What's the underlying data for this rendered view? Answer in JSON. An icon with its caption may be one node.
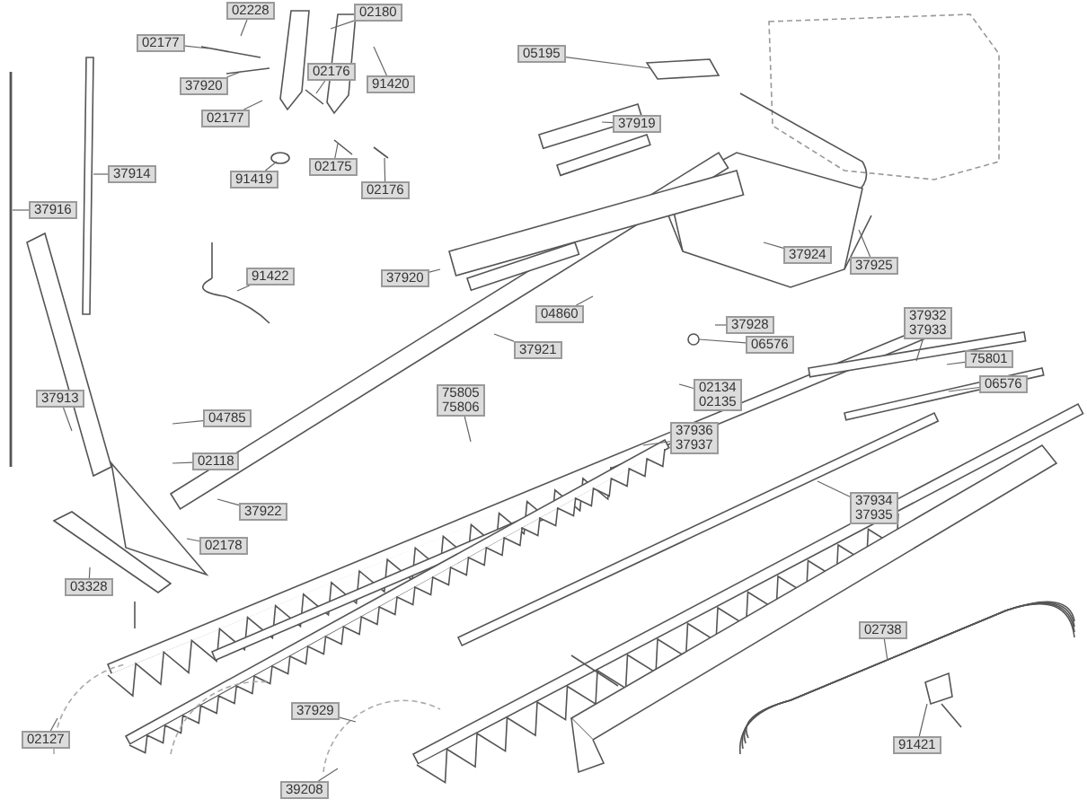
{
  "diagram": {
    "nodes": [
      {
        "text": [
          "02228"
        ]
      },
      {
        "text": [
          "02180"
        ]
      },
      {
        "text": [
          "02177"
        ]
      },
      {
        "text": [
          "37920"
        ]
      },
      {
        "text": [
          "02176"
        ]
      },
      {
        "text": [
          "91420"
        ]
      },
      {
        "text": [
          "02177"
        ]
      },
      {
        "text": [
          "91419"
        ]
      },
      {
        "text": [
          "02175"
        ]
      },
      {
        "text": [
          "02176"
        ]
      },
      {
        "text": [
          "05195"
        ]
      },
      {
        "text": [
          "37919"
        ]
      },
      {
        "text": [
          "37914"
        ]
      },
      {
        "text": [
          "37916"
        ]
      },
      {
        "text": [
          "91422"
        ]
      },
      {
        "text": [
          "37920"
        ]
      },
      {
        "text": [
          "04860"
        ]
      },
      {
        "text": [
          "37924"
        ]
      },
      {
        "text": [
          "37925"
        ]
      },
      {
        "text": [
          "37921"
        ]
      },
      {
        "text": [
          "37928"
        ]
      },
      {
        "text": [
          "06576"
        ]
      },
      {
        "text": [
          "37932 37933"
        ]
      },
      {
        "text": [
          "75801"
        ]
      },
      {
        "text": [
          "06576"
        ]
      },
      {
        "text": [
          "02134 02135"
        ]
      },
      {
        "text": [
          "37913"
        ]
      },
      {
        "text": [
          "75805 75806"
        ]
      },
      {
        "text": [
          "04785"
        ]
      },
      {
        "text": [
          "37936 37937"
        ]
      },
      {
        "text": [
          "02118"
        ]
      },
      {
        "text": [
          "37922"
        ]
      },
      {
        "text": [
          "37934 37935"
        ]
      },
      {
        "text": [
          "02178"
        ]
      },
      {
        "text": [
          "03328"
        ]
      },
      {
        "text": [
          "02738"
        ]
      },
      {
        "text": [
          "02127"
        ]
      },
      {
        "text": [
          "37929"
        ]
      },
      {
        "text": [
          "91421"
        ]
      },
      {
        "text": [
          "39208"
        ]
      }
    ],
    "edges": [
      {
        "from": 0,
        "to": null,
        "arrow": "none"
      },
      {
        "from": 1,
        "to": null,
        "arrow": "none"
      },
      {
        "from": 2,
        "to": null,
        "arrow": "none"
      },
      {
        "from": 3,
        "to": null,
        "arrow": "none"
      },
      {
        "from": 4,
        "to": null,
        "arrow": "none"
      },
      {
        "from": 5,
        "to": null,
        "arrow": "none"
      },
      {
        "from": 6,
        "to": null,
        "arrow": "none"
      },
      {
        "from": 7,
        "to": null,
        "arrow": "none"
      },
      {
        "from": 8,
        "to": null,
        "arrow": "none"
      },
      {
        "from": 9,
        "to": null,
        "arrow": "none"
      },
      {
        "from": 10,
        "to": null,
        "arrow": "none"
      },
      {
        "from": 11,
        "to": null,
        "arrow": "none"
      },
      {
        "from": 12,
        "to": null,
        "arrow": "none"
      },
      {
        "from": 13,
        "to": null,
        "arrow": "none"
      },
      {
        "from": 14,
        "to": null,
        "arrow": "none"
      },
      {
        "from": 15,
        "to": null,
        "arrow": "none"
      },
      {
        "from": 16,
        "to": null,
        "arrow": "none"
      },
      {
        "from": 17,
        "to": null,
        "arrow": "none"
      },
      {
        "from": 18,
        "to": null,
        "arrow": "none"
      },
      {
        "from": 19,
        "to": null,
        "arrow": "none"
      },
      {
        "from": 20,
        "to": null,
        "arrow": "none"
      },
      {
        "from": 21,
        "to": null,
        "arrow": "none"
      },
      {
        "from": 22,
        "to": null,
        "arrow": "none"
      },
      {
        "from": 23,
        "to": null,
        "arrow": "none"
      },
      {
        "from": 24,
        "to": null,
        "arrow": "none"
      },
      {
        "from": 25,
        "to": null,
        "arrow": "none"
      },
      {
        "from": 26,
        "to": null,
        "arrow": "none"
      },
      {
        "from": 27,
        "to": null,
        "arrow": "none"
      },
      {
        "from": 28,
        "to": null,
        "arrow": "none"
      },
      {
        "from": 29,
        "to": null,
        "arrow": "none"
      },
      {
        "from": 30,
        "to": null,
        "arrow": "none"
      },
      {
        "from": 31,
        "to": null,
        "arrow": "none"
      },
      {
        "from": 32,
        "to": null,
        "arrow": "none"
      },
      {
        "from": 33,
        "to": null,
        "arrow": "none"
      },
      {
        "from": 34,
        "to": null,
        "arrow": "none"
      },
      {
        "from": 35,
        "to": null,
        "arrow": "none"
      },
      {
        "from": 36,
        "to": null,
        "arrow": "none"
      },
      {
        "from": 37,
        "to": null,
        "arrow": "none"
      },
      {
        "from": 38,
        "to": null,
        "arrow": "none"
      },
      {
        "from": 39,
        "to": null,
        "arrow": "none"
      }
    ]
  }
}
